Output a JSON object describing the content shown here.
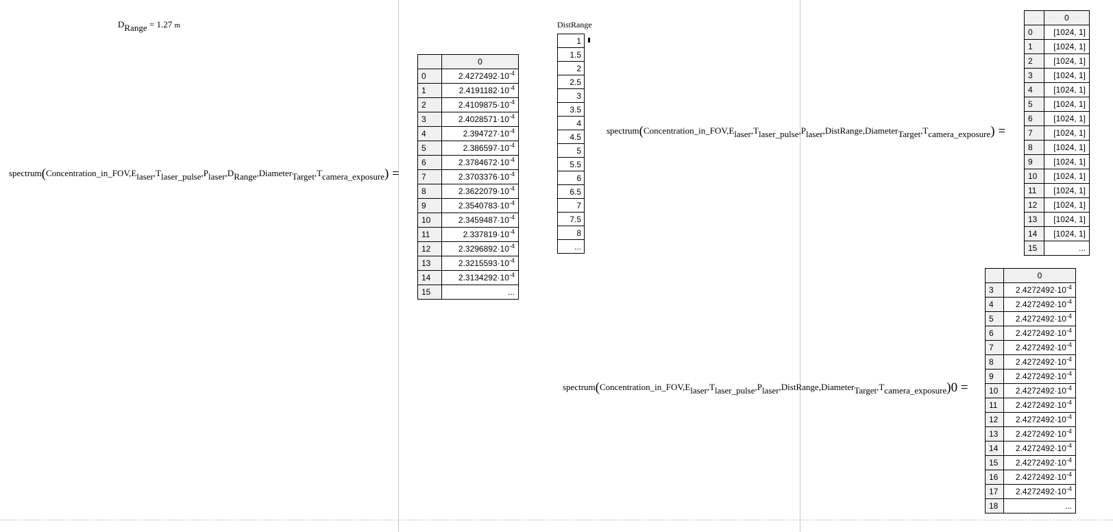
{
  "d_range": {
    "var": "D",
    "sub": "Range",
    "eq": "= 1.27",
    "unit": "m"
  },
  "expr1": {
    "func": "spectrum",
    "a1": "Concentration_in_FOV,",
    "a2": "E",
    "a2s": "laser",
    "a3": "T",
    "a3s": "laser_pulse",
    "a4": "P",
    "a4s": "laser",
    "a5": "D",
    "a5s": "Range",
    "a6": "Diameter",
    "a6s": "Target",
    "a7": "T",
    "a7s": "camera_exposure",
    "tail": ") ="
  },
  "expr2": {
    "func": "spectrum",
    "a1": "Concentration_in_FOV,",
    "a2": "E",
    "a2s": "laser",
    "a3": "T",
    "a3s": "laser_pulse",
    "a4": "P",
    "a4s": "laser",
    "a5": "DistRange,",
    "a6": "Diameter",
    "a6s": "Target",
    "a7": "T",
    "a7s": "camera_exposure",
    "tail": ") ="
  },
  "expr3": {
    "func": "spectrum",
    "a1": "Concentration_in_FOV,",
    "a2": "E",
    "a2s": "laser",
    "a3": "T",
    "a3s": "laser_pulse",
    "a4": "P",
    "a4s": "laser",
    "a5": "DistRange,",
    "a6": "Diameter",
    "a6s": "Target",
    "a7": "T",
    "a7s": "camera_exposure",
    "tail": ")0 ="
  },
  "result1": {
    "col_header": "0",
    "rows": [
      {
        "idx": "0",
        "m": "2.4272492·10",
        "e": "-4"
      },
      {
        "idx": "1",
        "m": "2.4191182·10",
        "e": "-4"
      },
      {
        "idx": "2",
        "m": "2.4109875·10",
        "e": "-4"
      },
      {
        "idx": "3",
        "m": "2.4028571·10",
        "e": "-4"
      },
      {
        "idx": "4",
        "m": "2.394727·10",
        "e": "-4"
      },
      {
        "idx": "5",
        "m": "2.386597·10",
        "e": "-4"
      },
      {
        "idx": "6",
        "m": "2.3784672·10",
        "e": "-4"
      },
      {
        "idx": "7",
        "m": "2.3703376·10",
        "e": "-4"
      },
      {
        "idx": "8",
        "m": "2.3622079·10",
        "e": "-4"
      },
      {
        "idx": "9",
        "m": "2.3540783·10",
        "e": "-4"
      },
      {
        "idx": "10",
        "m": "2.3459487·10",
        "e": "-4"
      },
      {
        "idx": "11",
        "m": "2.337819·10",
        "e": "-4"
      },
      {
        "idx": "12",
        "m": "2.3296892·10",
        "e": "-4"
      },
      {
        "idx": "13",
        "m": "2.3215593·10",
        "e": "-4"
      },
      {
        "idx": "14",
        "m": "2.3134292·10",
        "e": "-4"
      },
      {
        "idx": "15",
        "m": "...",
        "e": ""
      }
    ]
  },
  "distrange": {
    "label": "DistRange",
    "values": [
      "1",
      "1.5",
      "2",
      "2.5",
      "3",
      "3.5",
      "4",
      "4.5",
      "5",
      "5.5",
      "6",
      "6.5",
      "7",
      "7.5",
      "8",
      "..."
    ]
  },
  "result2": {
    "col_header": "0",
    "rows": [
      {
        "idx": "0",
        "v": "[1024, 1]"
      },
      {
        "idx": "1",
        "v": "[1024, 1]"
      },
      {
        "idx": "2",
        "v": "[1024, 1]"
      },
      {
        "idx": "3",
        "v": "[1024, 1]"
      },
      {
        "idx": "4",
        "v": "[1024, 1]"
      },
      {
        "idx": "5",
        "v": "[1024, 1]"
      },
      {
        "idx": "6",
        "v": "[1024, 1]"
      },
      {
        "idx": "7",
        "v": "[1024, 1]"
      },
      {
        "idx": "8",
        "v": "[1024, 1]"
      },
      {
        "idx": "9",
        "v": "[1024, 1]"
      },
      {
        "idx": "10",
        "v": "[1024, 1]"
      },
      {
        "idx": "11",
        "v": "[1024, 1]"
      },
      {
        "idx": "12",
        "v": "[1024, 1]"
      },
      {
        "idx": "13",
        "v": "[1024, 1]"
      },
      {
        "idx": "14",
        "v": "[1024, 1]"
      },
      {
        "idx": "15",
        "v": "..."
      }
    ]
  },
  "result3": {
    "col_header": "0",
    "rows": [
      {
        "idx": "3",
        "m": "2.4272492·10",
        "e": "-4"
      },
      {
        "idx": "4",
        "m": "2.4272492·10",
        "e": "-4"
      },
      {
        "idx": "5",
        "m": "2.4272492·10",
        "e": "-4"
      },
      {
        "idx": "6",
        "m": "2.4272492·10",
        "e": "-4"
      },
      {
        "idx": "7",
        "m": "2.4272492·10",
        "e": "-4"
      },
      {
        "idx": "8",
        "m": "2.4272492·10",
        "e": "-4"
      },
      {
        "idx": "9",
        "m": "2.4272492·10",
        "e": "-4"
      },
      {
        "idx": "10",
        "m": "2.4272492·10",
        "e": "-4"
      },
      {
        "idx": "11",
        "m": "2.4272492·10",
        "e": "-4"
      },
      {
        "idx": "12",
        "m": "2.4272492·10",
        "e": "-4"
      },
      {
        "idx": "13",
        "m": "2.4272492·10",
        "e": "-4"
      },
      {
        "idx": "14",
        "m": "2.4272492·10",
        "e": "-4"
      },
      {
        "idx": "15",
        "m": "2.4272492·10",
        "e": "-4"
      },
      {
        "idx": "16",
        "m": "2.4272492·10",
        "e": "-4"
      },
      {
        "idx": "17",
        "m": "2.4272492·10",
        "e": "-4"
      },
      {
        "idx": "18",
        "m": "...",
        "e": ""
      }
    ]
  }
}
